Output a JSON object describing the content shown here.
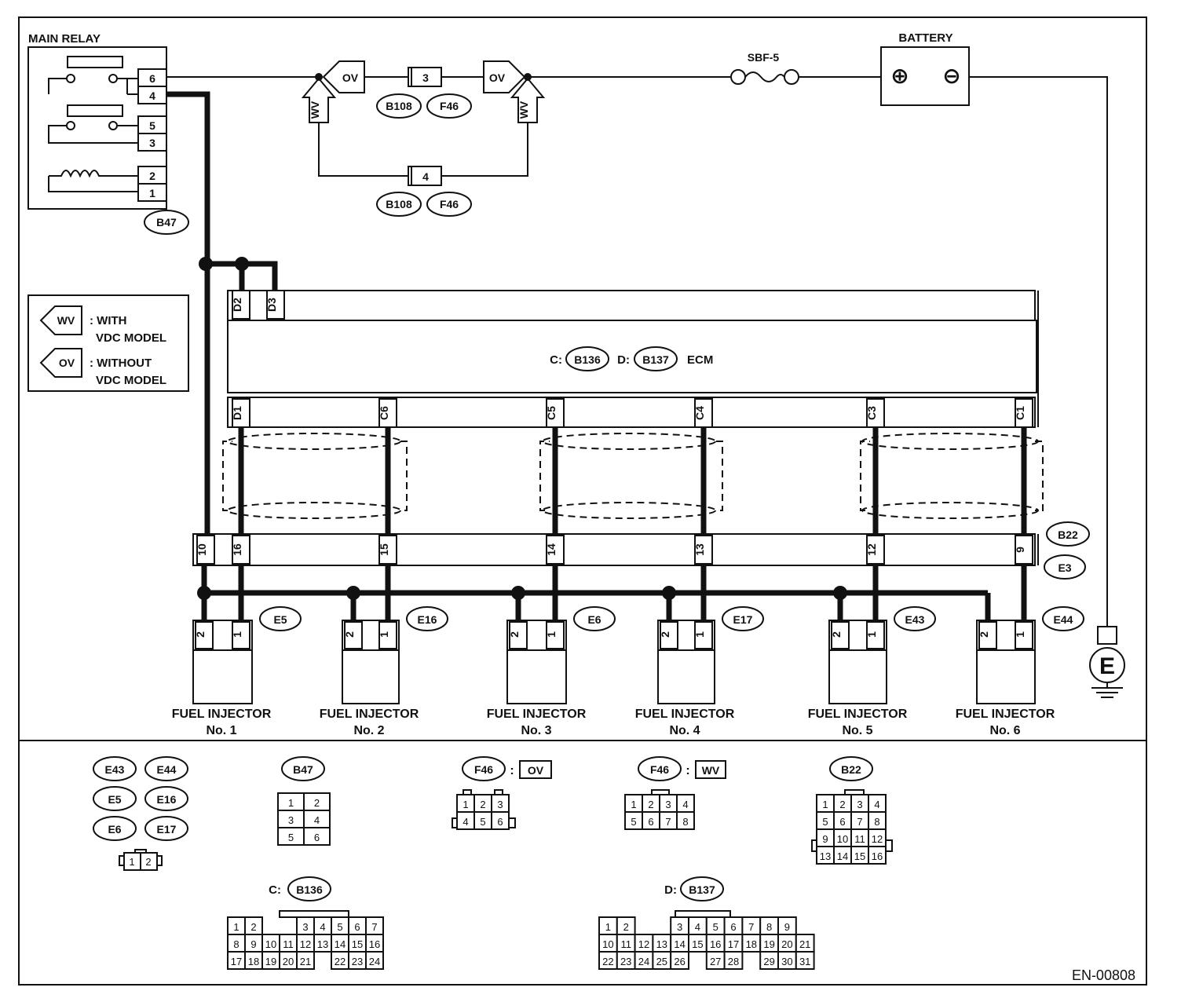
{
  "main_relay": {
    "title": "MAIN RELAY",
    "pins": [
      "6",
      "4",
      "5",
      "3",
      "2",
      "1"
    ],
    "connector": "B47"
  },
  "battery": {
    "title": "BATTERY",
    "plus": "⊕",
    "minus": "⊖"
  },
  "fuse": {
    "label": "SBF-5"
  },
  "vdc_paths": {
    "ov_tag": "OV",
    "wv_tag": "WV",
    "upper_pin": "3",
    "lower_pin": "4",
    "conn_a": "B108",
    "conn_b": "F46"
  },
  "legend": {
    "wv_tag": "WV",
    "wv_text_1": ": WITH",
    "wv_text_2": "VDC MODEL",
    "ov_tag": "OV",
    "ov_text_1": ": WITHOUT",
    "ov_text_2": "VDC MODEL"
  },
  "ecm": {
    "c_prefix": "C:",
    "c_conn": "B136",
    "d_prefix": "D:",
    "d_conn": "B137",
    "label": "ECM",
    "top_pins": [
      "D2",
      "D3"
    ],
    "bottom_pins": [
      "D1",
      "C6",
      "C5",
      "C4",
      "C3",
      "C1"
    ]
  },
  "harness": {
    "pins": [
      "10",
      "16",
      "15",
      "14",
      "13",
      "12",
      "9"
    ],
    "conn_top": "B22",
    "conn_bottom": "E3"
  },
  "injectors": [
    {
      "line1": "FUEL INJECTOR",
      "line2": "No. 1",
      "conn": "E5",
      "pin_a": "2",
      "pin_b": "1"
    },
    {
      "line1": "FUEL INJECTOR",
      "line2": "No. 2",
      "conn": "E16",
      "pin_a": "2",
      "pin_b": "1"
    },
    {
      "line1": "FUEL INJECTOR",
      "line2": "No. 3",
      "conn": "E6",
      "pin_a": "2",
      "pin_b": "1"
    },
    {
      "line1": "FUEL INJECTOR",
      "line2": "No. 4",
      "conn": "E17",
      "pin_a": "2",
      "pin_b": "1"
    },
    {
      "line1": "FUEL INJECTOR",
      "line2": "No. 5",
      "conn": "E43",
      "pin_a": "2",
      "pin_b": "1"
    },
    {
      "line1": "FUEL INJECTOR",
      "line2": "No. 6",
      "conn": "E44",
      "pin_a": "2",
      "pin_b": "1"
    }
  ],
  "ground": {
    "label": "E"
  },
  "connector_views": {
    "inj_ids": [
      "E43",
      "E44",
      "E5",
      "E16",
      "E6",
      "E17"
    ],
    "inj_cells": [
      "1",
      "2"
    ],
    "b47": {
      "id": "B47",
      "cells": [
        "1",
        "2",
        "3",
        "4",
        "5",
        "6"
      ]
    },
    "f46_ov": {
      "id": "F46",
      "sep": ":",
      "tag": "OV",
      "cells": [
        "1",
        "2",
        "3",
        "4",
        "5",
        "6"
      ]
    },
    "f46_wv": {
      "id": "F46",
      "sep": ":",
      "tag": "WV",
      "cells": [
        "1",
        "2",
        "3",
        "4",
        "5",
        "6",
        "7",
        "8"
      ]
    },
    "b22": {
      "id": "B22",
      "cells": [
        "1",
        "2",
        "3",
        "4",
        "5",
        "6",
        "7",
        "8",
        "9",
        "10",
        "11",
        "12",
        "13",
        "14",
        "15",
        "16"
      ]
    },
    "b136": {
      "prefix": "C:",
      "id": "B136",
      "row1": [
        "1",
        "2",
        "3",
        "4",
        "5",
        "6",
        "7"
      ],
      "row2": [
        "8",
        "9",
        "10",
        "11",
        "12",
        "13",
        "14",
        "15",
        "16"
      ],
      "row3": [
        "17",
        "18",
        "19",
        "20",
        "21",
        "22",
        "23",
        "24"
      ]
    },
    "b137": {
      "prefix": "D:",
      "id": "B137",
      "row1": [
        "1",
        "2",
        "3",
        "4",
        "5",
        "6",
        "7",
        "8",
        "9"
      ],
      "row2": [
        "10",
        "11",
        "12",
        "13",
        "14",
        "15",
        "16",
        "17",
        "18",
        "19",
        "20",
        "21"
      ],
      "row3": [
        "22",
        "23",
        "24",
        "25",
        "26",
        "27",
        "28",
        "29",
        "30",
        "31"
      ]
    }
  },
  "doc_code": "EN-00808"
}
